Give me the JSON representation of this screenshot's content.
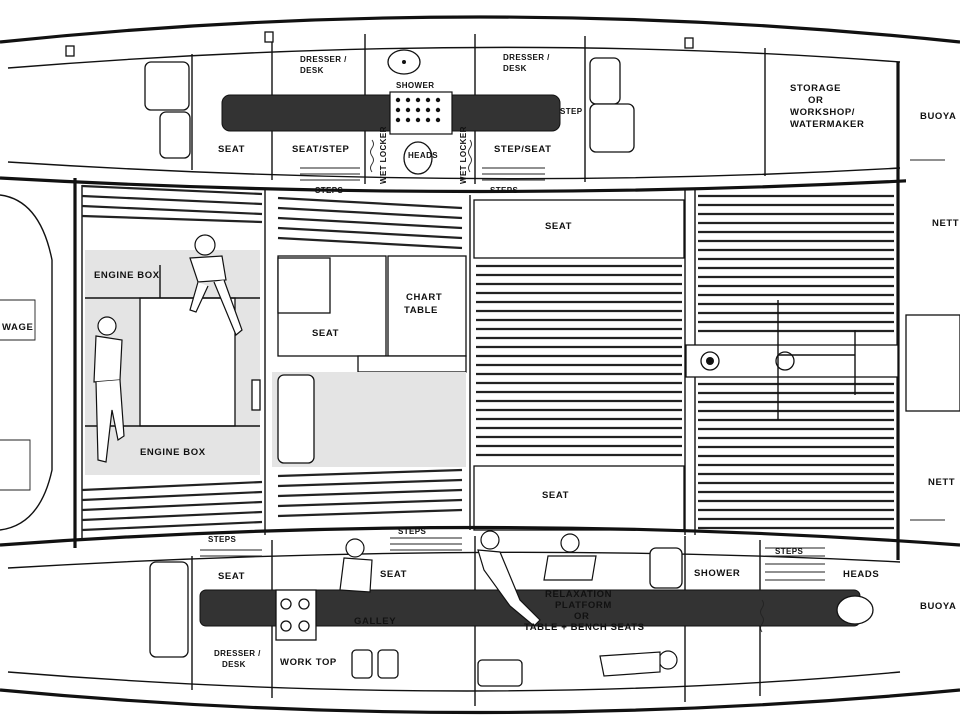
{
  "labels": {
    "dresser_desk_1": "DRESSER /",
    "dresser_desk_1b": "DESK",
    "dresser_desk_2": "DRESSER /",
    "dresser_desk_2b": "DESK",
    "shower_top": "SHOWER",
    "step_top": "STEP",
    "seat_top_left": "SEAT",
    "seat_step": "SEAT/STEP",
    "step_seat": "STEP/SEAT",
    "wet_locker_1": "WET LOCKER",
    "wet_locker_2": "WET LOCKER",
    "heads_top": "HEADS",
    "steps_top_1": "STEPS",
    "steps_top_2": "STEPS",
    "storage_1": "STORAGE",
    "storage_2": "OR",
    "storage_3": "WORKSHOP/",
    "storage_4": "WATERMAKER",
    "buoyancy_top": "BUOYA",
    "netting_top": "NETT",
    "netting_bottom": "NETT",
    "stowage_left": "WAGE",
    "engine_box_top": "ENGINE BOX",
    "engine_box_bottom": "ENGINE BOX",
    "seat_mid_left": "SEAT",
    "chart_table_1": "CHART",
    "chart_table_2": "TABLE",
    "seat_center_top": "SEAT",
    "seat_center_bottom": "SEAT",
    "steps_bottom_1": "STEPS",
    "steps_bottom_2": "STEPS",
    "steps_bottom_3": "STEPS",
    "seat_bottom_left": "SEAT",
    "seat_galley": "SEAT",
    "galley": "GALLEY",
    "dresser_desk_bottom_1": "DRESSER /",
    "dresser_desk_bottom_2": "DESK",
    "work_top": "WORK TOP",
    "relaxation_1": "RELAXATION",
    "relaxation_2": "PLATFORM",
    "relaxation_3": "OR",
    "relaxation_4": "TABLE + BENCH SEATS",
    "shower_bottom": "SHOWER",
    "heads_bottom": "HEADS",
    "buoyancy_bottom": "BUOYA"
  }
}
